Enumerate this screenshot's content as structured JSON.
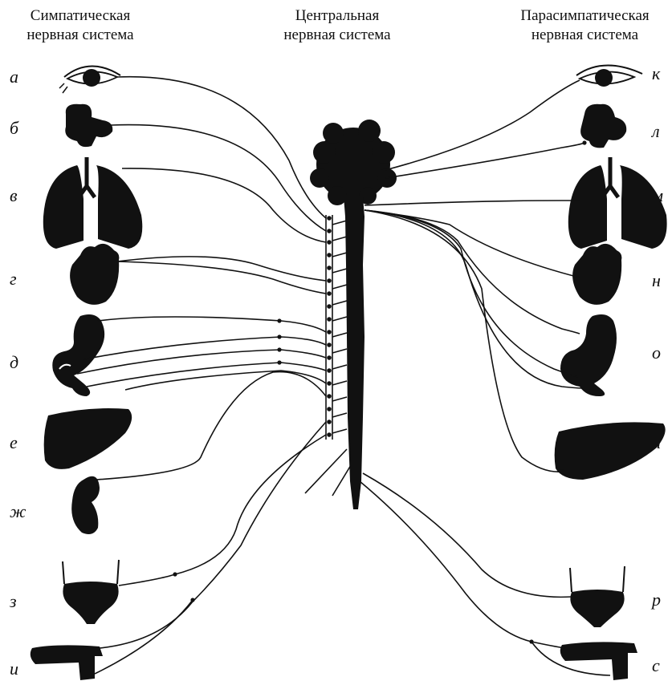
{
  "headers": {
    "left": [
      "Симпатическая",
      "нервная система"
    ],
    "center": [
      "Центральная",
      "нервная система"
    ],
    "right": [
      "Парасимпатическая",
      "нервная система"
    ]
  },
  "labels_left": [
    "а",
    "б",
    "в",
    "г",
    "д",
    "е",
    "ж",
    "з",
    "и"
  ],
  "labels_right": [
    "к",
    "л",
    "м",
    "н",
    "о",
    "п",
    "р",
    "с"
  ]
}
